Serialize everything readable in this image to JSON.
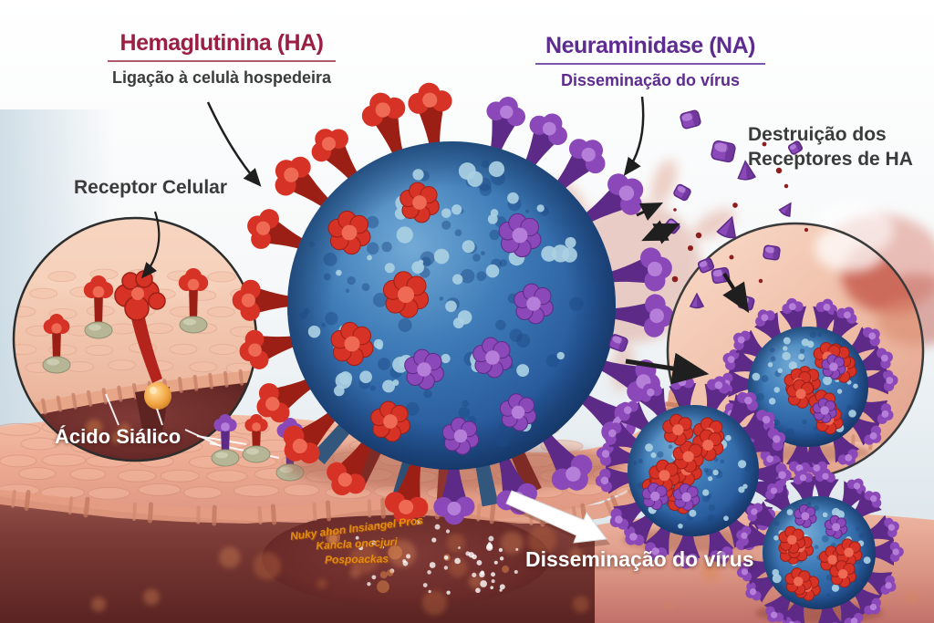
{
  "labels": {
    "ha": {
      "title": "Hemaglutinina (HA)",
      "subtitle": "Ligação à celulà hospedeira"
    },
    "na": {
      "title": "Neuraminidase (NA)",
      "subtitle": "Disseminação do vírus"
    },
    "receptor": "Receptor Celular",
    "sialic_acid": "Ácido Siálico",
    "destruction": {
      "line1": "Destruição dos",
      "line2": "Receptores de HA"
    },
    "dissemination": "Disseminação do vírus"
  },
  "watermark": {
    "lines": [
      "Nuky ahon Insiangel Pros",
      "Kancla onccjuri",
      "Pospoackas"
    ],
    "color": "#e8920f"
  },
  "colors": {
    "ha_title": "#9b1f42",
    "ha_underline": "#b25a6d",
    "na_title": "#5e2b90",
    "na_underline": "#7a56a8",
    "text_dark": "#3b3b3b",
    "text_white": "#ffffff",
    "spike_red": "#d63226",
    "spike_red_dark": "#9c1f16",
    "spike_red_light": "#ef6a55",
    "spike_purple": "#8b48b8",
    "spike_purple_dark": "#5d2b87",
    "spike_purple_light": "#b57fd9",
    "virus_body_blue": "#2a5ea6",
    "virus_dot_blue": "#a9cfe2",
    "tissue_pink": "#edaa92",
    "tissue_dark_red": "#6a2b29",
    "sialic_orange": "#f2a644",
    "receptor_base": "#b6b697"
  }
}
